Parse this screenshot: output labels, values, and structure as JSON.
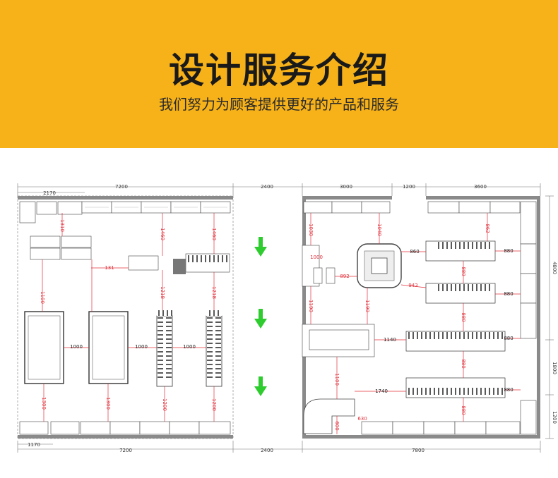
{
  "header": {
    "title": "设计服务介绍",
    "subtitle": "我们努力为顾客提供更好的产品和服务"
  },
  "colors": {
    "banner": "#f7b219",
    "dimension_red": "#e0303a",
    "arrow_green": "#2ecc2e",
    "wall_gray": "#8a8a8a"
  },
  "plan": {
    "top_dims": [
      "2170",
      "7200",
      "2400",
      "3000",
      "1200",
      "3600"
    ],
    "bottom_dims": [
      "1170",
      "7200",
      "2400",
      "7800"
    ],
    "right_dims": [
      "4800",
      "1800",
      "1200"
    ],
    "left_red_dims": [
      "1310",
      "1460",
      "1460",
      "131",
      "1100",
      "1218",
      "1218",
      "1000",
      "1000",
      "1000",
      "1300",
      "1300",
      "1200",
      "1200"
    ],
    "right_red_dims": [
      "1030",
      "1040",
      "862",
      "1000",
      "892",
      "860",
      "880",
      "943",
      "880",
      "880",
      "1190",
      "1190",
      "1140",
      "880",
      "880",
      "880",
      "1100",
      "1740",
      "880",
      "880",
      "630",
      "600"
    ]
  }
}
